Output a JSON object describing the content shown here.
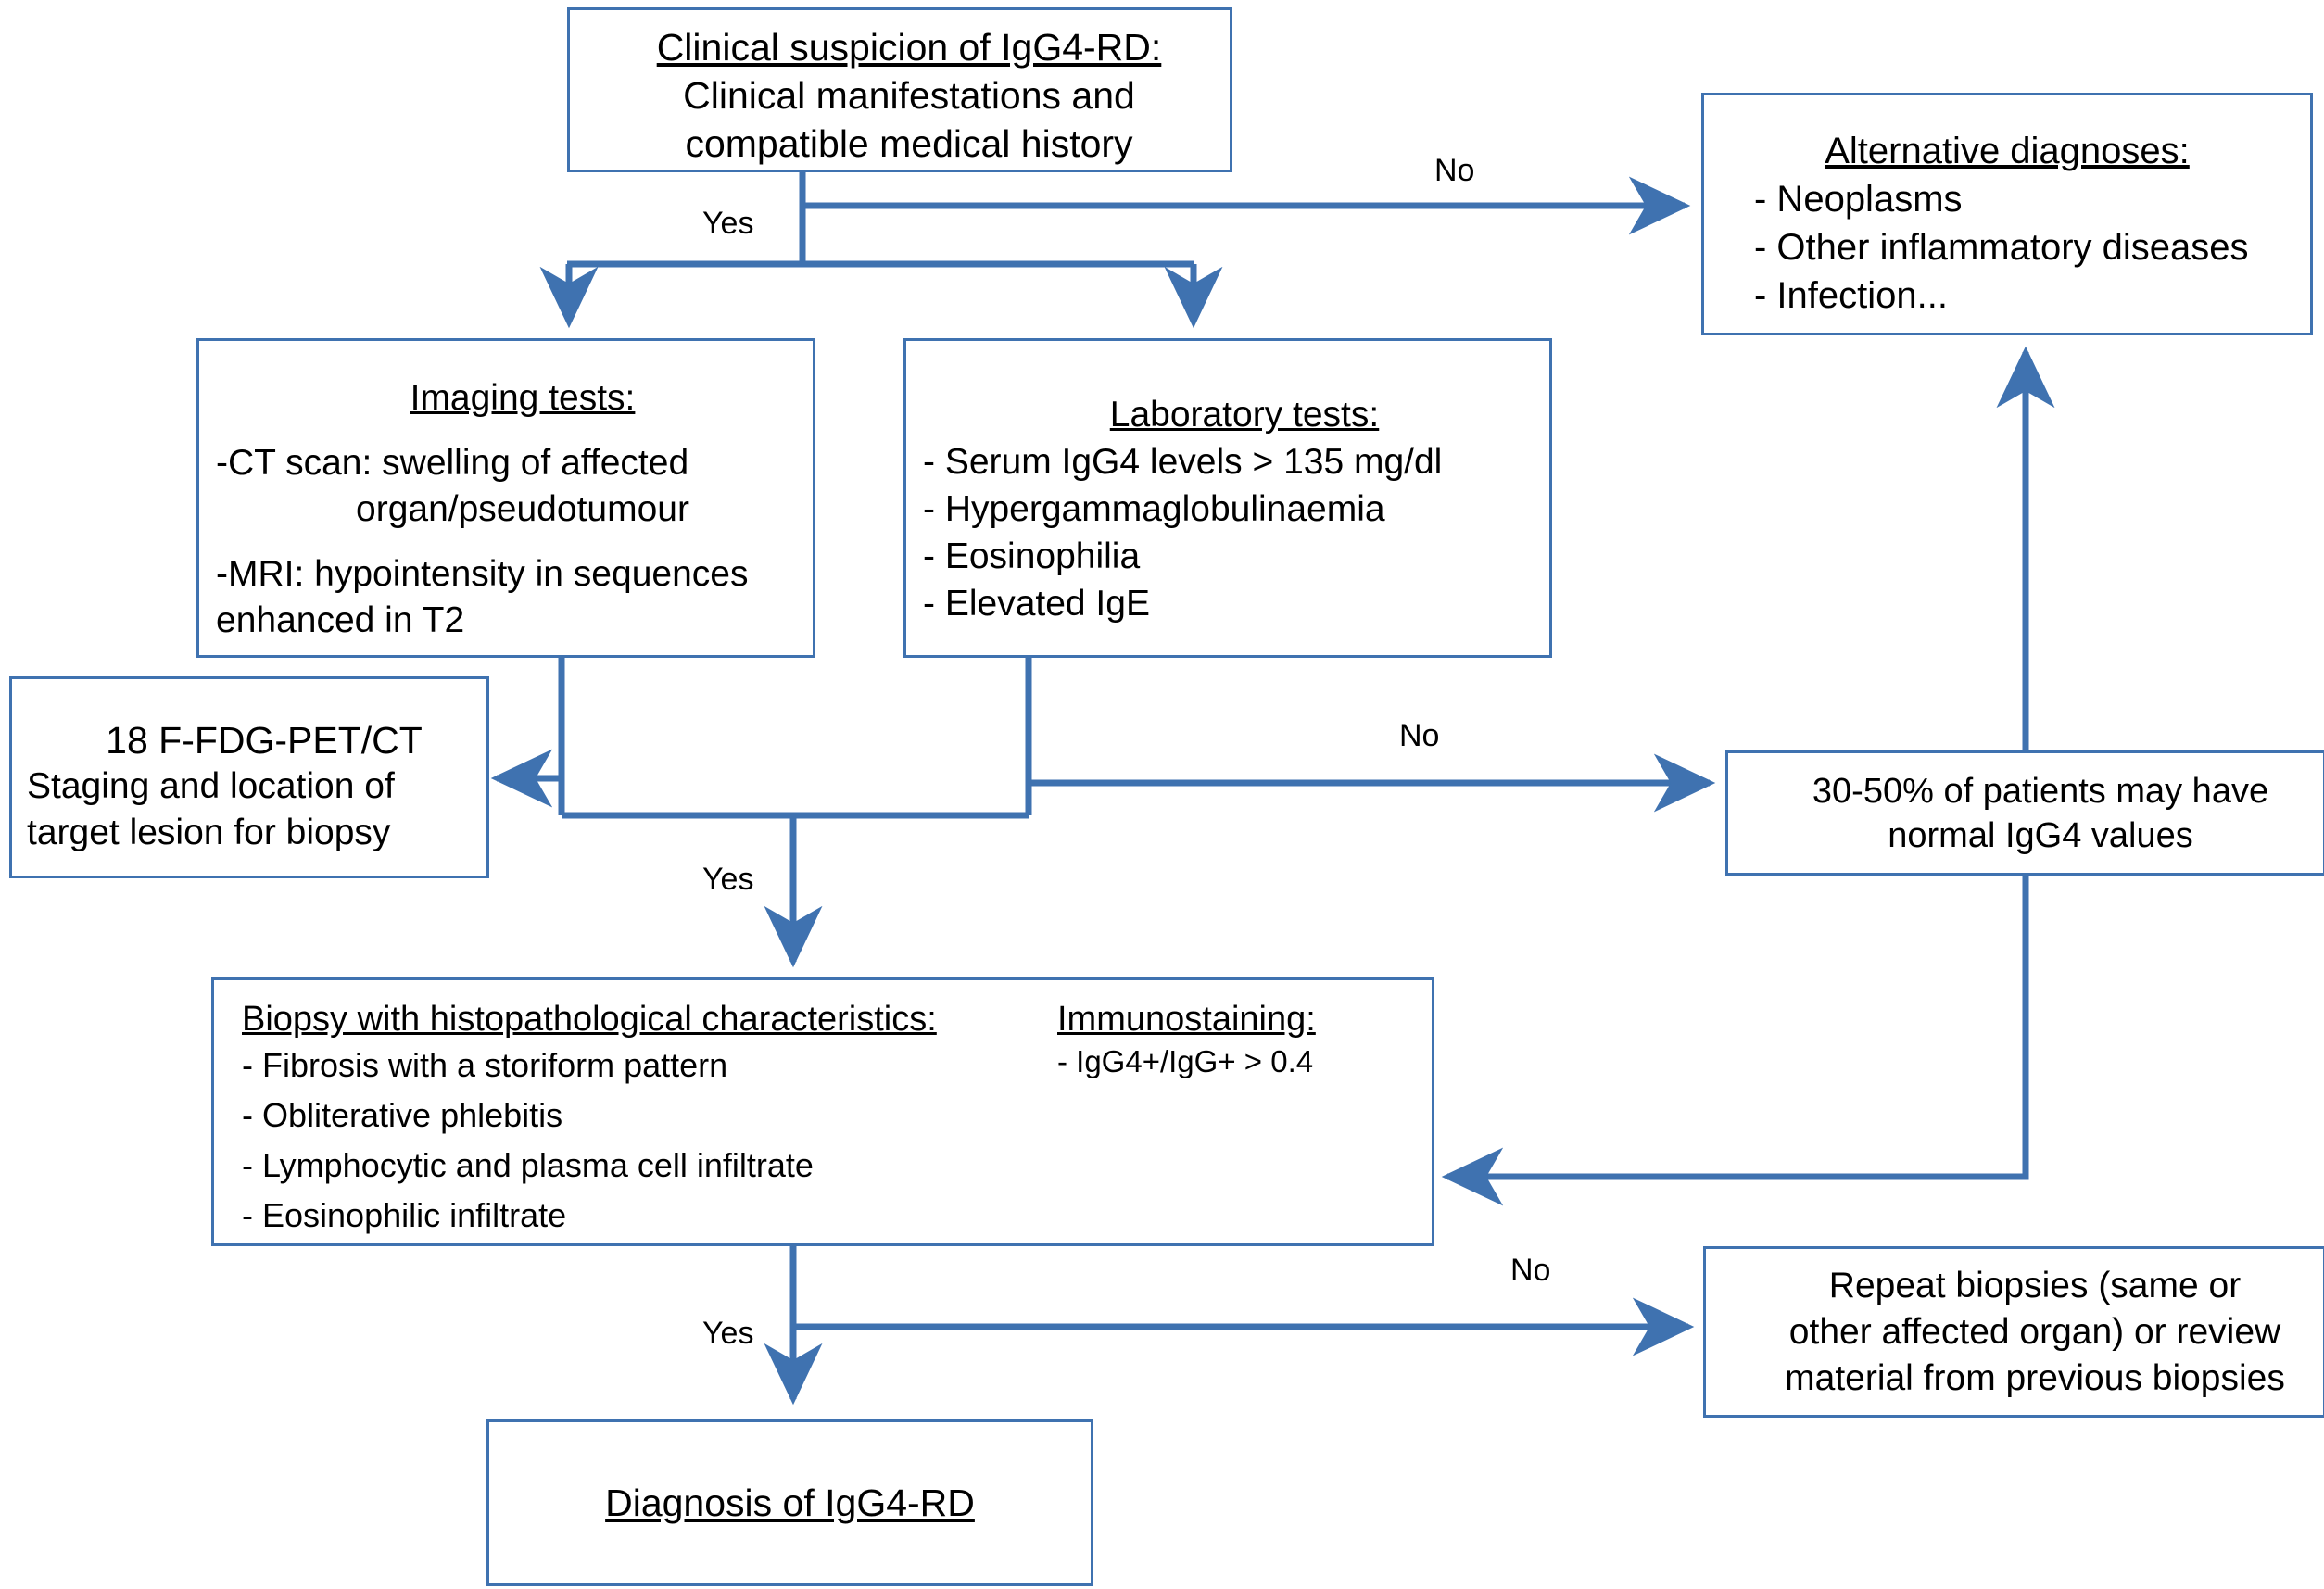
{
  "diagram": {
    "title": "IgG4-RD diagnostic algorithm",
    "accent_color": "#3f72b0",
    "text_color": "#000000",
    "background": "#ffffff"
  },
  "nodes": {
    "suspicion": {
      "heading": "Clinical suspicion of IgG4-RD:",
      "line1": "Clinical manifestations and",
      "line2": "compatible medical history"
    },
    "alternative": {
      "heading": "Alternative diagnoses:",
      "items": [
        "- Neoplasms",
        "- Other inflammatory diseases",
        "- Infection..."
      ]
    },
    "imaging": {
      "heading": "Imaging tests: ",
      "line1": "-CT scan: swelling of affected",
      "line2": "organ/pseudotumour",
      "line3": "-MRI: hypointensity in sequences",
      "line4": "enhanced in T2"
    },
    "laboratory": {
      "heading": "Laboratory tests:",
      "items": [
        "- Serum IgG4 levels > 135 mg/dl",
        "- Hypergammaglobulinaemia",
        "- Eosinophilia",
        "- Elevated IgE"
      ]
    },
    "pet": {
      "heading": "18 F-FDG-PET/CT",
      "line1": "Staging and location of",
      "line2": "target lesion for biopsy"
    },
    "normal_values": {
      "line1": "30-50% of patients may have",
      "line2": "normal IgG4 values"
    },
    "biopsy": {
      "heading": "Biopsy with histopathological characteristics:",
      "items": [
        "- Fibrosis with a storiform pattern",
        "- Obliterative phlebitis",
        "- Lymphocytic and plasma cell infiltrate",
        "- Eosinophilic infiltrate"
      ],
      "immuno_heading": "Immunostaining:",
      "immuno_items": [
        "- IgG4+/IgG+ > 0.4"
      ]
    },
    "repeat": {
      "line1": "Repeat biopsies (same or",
      "line2": "other affected organ) or review",
      "line3": "material from previous biopsies"
    },
    "diagnosis": {
      "heading": "Diagnosis of IgG4-RD"
    }
  },
  "edge_labels": {
    "yes_top": "Yes",
    "no_top": "No",
    "no_mid": "No",
    "yes_mid": "Yes",
    "no_bottom": "No",
    "yes_bottom": "Yes"
  }
}
